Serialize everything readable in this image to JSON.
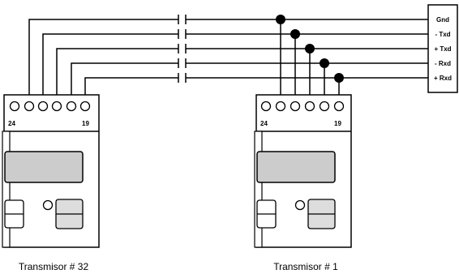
{
  "signals": [
    "Gnd",
    "- Txd",
    "+ Txd",
    "- Rxd",
    "+ Rxd"
  ],
  "transmitters": [
    {
      "title": "Transmisor # 32",
      "terminal_left": "24",
      "terminal_right": "19"
    },
    {
      "title": "Transmisor # 1",
      "terminal_left": "24",
      "terminal_right": "19"
    }
  ],
  "colors": {
    "line": "#000000",
    "display": "#cccccc",
    "frame": "#000000"
  }
}
